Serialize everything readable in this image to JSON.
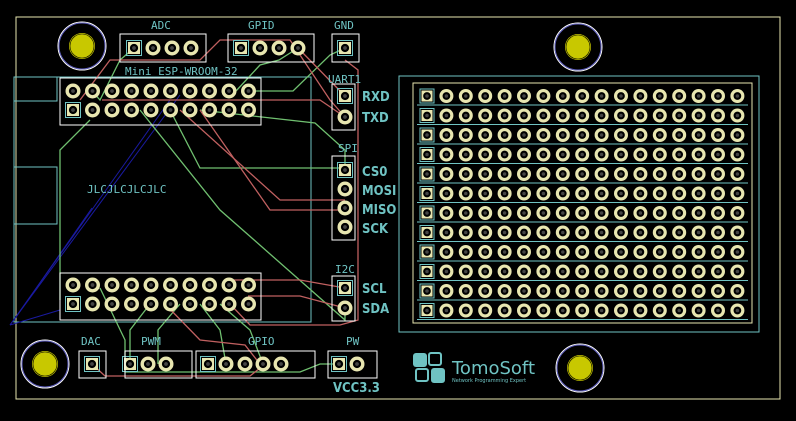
{
  "board": {
    "module_label": "Mini ESP-WROOM-32",
    "fab_text": "JLCJLCJLCJLC",
    "logo_text": "TomoSoft",
    "logo_subtitle": "Network Programming Expert"
  },
  "connectors": {
    "adc": "ADC",
    "gpid": "GPID",
    "gnd": "GND",
    "uart": "UART1",
    "spi": "SPI",
    "i2c": "I2C",
    "dac": "DAC",
    "pwm": "PWM",
    "gpio": "GPIO",
    "pw": "PW"
  },
  "pin_labels": {
    "rxd": "RXD",
    "txd": "TXD",
    "cs0": "CS0",
    "mosi": "MOSI",
    "miso": "MISO",
    "sck": "SCK",
    "scl": "SCL",
    "sda": "SDA",
    "vcc": "VCC3.3"
  },
  "colors": {
    "background": "#000000",
    "silkscreen": "#6fc3c3",
    "pad": "#e8e6b0",
    "front_copper": "#c06060",
    "back_copper": "#70c070",
    "edge_cuts": "#e8e6b0",
    "ratsnest": "#1a1aa0",
    "mount_hole": "#c8c800"
  },
  "prototype_area": {
    "rows": 12,
    "cols": 17
  }
}
